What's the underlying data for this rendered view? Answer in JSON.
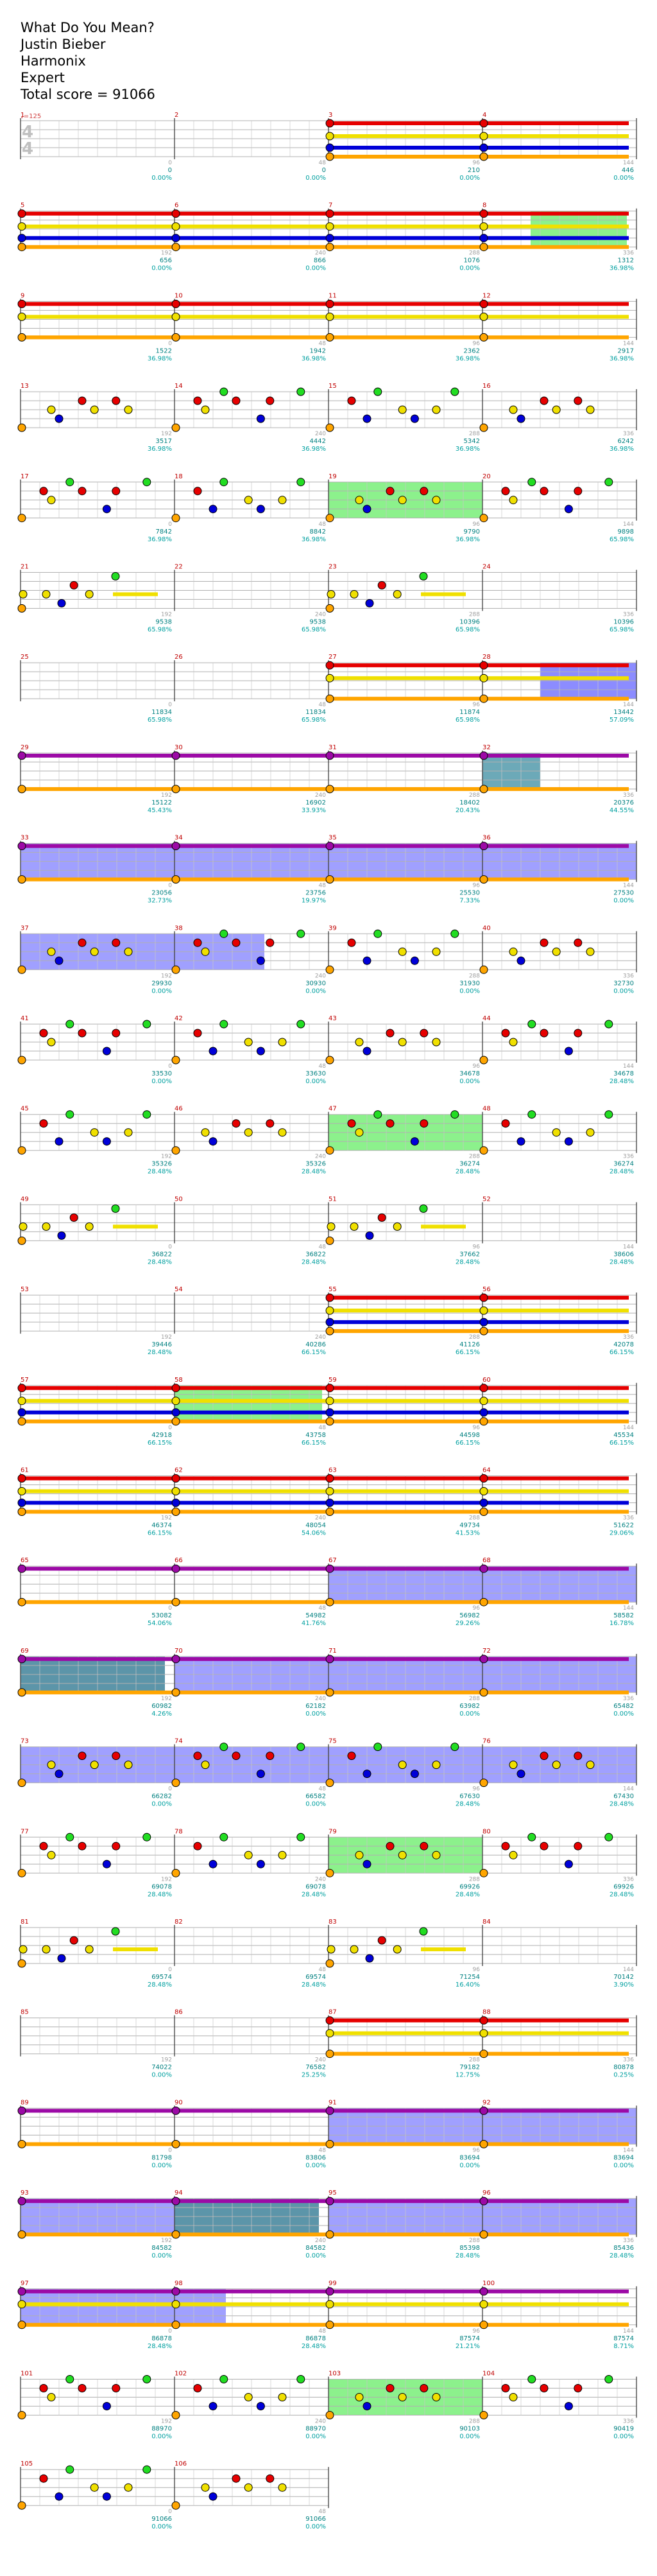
{
  "header": {
    "song_title": "What Do You Mean?",
    "artist": "Justin Bieber",
    "instrument": "Harmonix",
    "difficulty": "Expert",
    "total_score": "Total score = 91066"
  },
  "tempo_label": "♩=125",
  "time_signature": [
    "4",
    "4"
  ],
  "colors": {
    "red": "#e60000",
    "yellow": "#f0e000",
    "blue": "#0000d8",
    "orange": "#ffa500",
    "green": "#22dd22",
    "purple": "#9c0aa6",
    "overdrive_blue": "#8080ff",
    "overdrive_green": "#7fef7f",
    "measure_number": "#c00000",
    "score_teal": "#00a0a0",
    "tick_gray": "#a0a0a0"
  },
  "measures": [
    {
      "n": "1",
      "score": "0",
      "pct": "0.00%"
    },
    {
      "n": "2",
      "score": "0",
      "pct": "0.00%"
    },
    {
      "n": "3",
      "score": "210",
      "pct": "0.00%"
    },
    {
      "n": "4",
      "score": "446",
      "pct": "0.00%"
    },
    {
      "n": "5",
      "score": "656",
      "pct": "0.00%"
    },
    {
      "n": "6",
      "score": "866",
      "pct": "0.00%"
    },
    {
      "n": "7",
      "score": "1076",
      "pct": "0.00%"
    },
    {
      "n": "8",
      "score": "1312",
      "pct": "36.98%"
    },
    {
      "n": "9",
      "score": "1522",
      "pct": "36.98%"
    },
    {
      "n": "10",
      "score": "1942",
      "pct": "36.98%"
    },
    {
      "n": "11",
      "score": "2362",
      "pct": "36.98%"
    },
    {
      "n": "12",
      "score": "2917",
      "pct": "36.98%"
    },
    {
      "n": "13",
      "score": "3517",
      "pct": "36.98%"
    },
    {
      "n": "14",
      "score": "4442",
      "pct": "36.98%"
    },
    {
      "n": "15",
      "score": "5342",
      "pct": "36.98%"
    },
    {
      "n": "16",
      "score": "6242",
      "pct": "36.98%"
    },
    {
      "n": "17",
      "score": "7842",
      "pct": "36.98%"
    },
    {
      "n": "18",
      "score": "8842",
      "pct": "36.98%"
    },
    {
      "n": "19",
      "score": "9790",
      "pct": "36.98%"
    },
    {
      "n": "20",
      "score": "9898",
      "pct": "65.98%"
    },
    {
      "n": "21",
      "score": "9538",
      "pct": "65.98%"
    },
    {
      "n": "22",
      "score": "9538",
      "pct": "65.98%"
    },
    {
      "n": "23",
      "score": "10396",
      "pct": "65.98%"
    },
    {
      "n": "24",
      "score": "10396",
      "pct": "65.98%"
    },
    {
      "n": "25",
      "score": "11834",
      "pct": "65.98%"
    },
    {
      "n": "26",
      "score": "11834",
      "pct": "65.98%"
    },
    {
      "n": "27",
      "score": "11874",
      "pct": "65.98%"
    },
    {
      "n": "28",
      "score": "13442",
      "pct": "57.09%"
    },
    {
      "n": "29",
      "score": "15122",
      "pct": "45.43%"
    },
    {
      "n": "30",
      "score": "16902",
      "pct": "33.93%"
    },
    {
      "n": "31",
      "score": "18402",
      "pct": "20.43%"
    },
    {
      "n": "32",
      "score": "20376",
      "pct": "44.55%"
    },
    {
      "n": "33",
      "score": "23056",
      "pct": "32.73%"
    },
    {
      "n": "34",
      "score": "23756",
      "pct": "19.97%"
    },
    {
      "n": "35",
      "score": "25530",
      "pct": "7.33%"
    },
    {
      "n": "36",
      "score": "27530",
      "pct": "0.00%"
    },
    {
      "n": "37",
      "score": "29930",
      "pct": "0.00%"
    },
    {
      "n": "38",
      "score": "30930",
      "pct": "0.00%"
    },
    {
      "n": "39",
      "score": "31930",
      "pct": "0.00%"
    },
    {
      "n": "40",
      "score": "32730",
      "pct": "0.00%"
    },
    {
      "n": "41",
      "score": "33530",
      "pct": "0.00%"
    },
    {
      "n": "42",
      "score": "33630",
      "pct": "0.00%"
    },
    {
      "n": "43",
      "score": "34678",
      "pct": "0.00%"
    },
    {
      "n": "44",
      "score": "34678",
      "pct": "28.48%"
    },
    {
      "n": "45",
      "score": "35326",
      "pct": "28.48%"
    },
    {
      "n": "46",
      "score": "35326",
      "pct": "28.48%"
    },
    {
      "n": "47",
      "score": "36274",
      "pct": "28.48%"
    },
    {
      "n": "48",
      "score": "36274",
      "pct": "28.48%"
    },
    {
      "n": "49",
      "score": "36822",
      "pct": "28.48%"
    },
    {
      "n": "50",
      "score": "36822",
      "pct": "28.48%"
    },
    {
      "n": "51",
      "score": "37662",
      "pct": "28.48%"
    },
    {
      "n": "52",
      "score": "38606",
      "pct": "28.48%"
    },
    {
      "n": "53",
      "score": "39446",
      "pct": "28.48%"
    },
    {
      "n": "54",
      "score": "40286",
      "pct": "66.15%"
    },
    {
      "n": "55",
      "score": "41126",
      "pct": "66.15%"
    },
    {
      "n": "56",
      "score": "42078",
      "pct": "66.15%"
    },
    {
      "n": "57",
      "score": "42918",
      "pct": "66.15%"
    },
    {
      "n": "58",
      "score": "43758",
      "pct": "66.15%"
    },
    {
      "n": "59",
      "score": "44598",
      "pct": "66.15%"
    },
    {
      "n": "60",
      "score": "45534",
      "pct": "66.15%"
    },
    {
      "n": "61",
      "score": "46374",
      "pct": "66.15%"
    },
    {
      "n": "62",
      "score": "48054",
      "pct": "54.06%"
    },
    {
      "n": "63",
      "score": "49734",
      "pct": "41.53%"
    },
    {
      "n": "64",
      "score": "51622",
      "pct": "29.06%"
    },
    {
      "n": "65",
      "score": "53082",
      "pct": "54.06%"
    },
    {
      "n": "66",
      "score": "54982",
      "pct": "41.76%"
    },
    {
      "n": "67",
      "score": "56982",
      "pct": "29.26%"
    },
    {
      "n": "68",
      "score": "58582",
      "pct": "16.78%"
    },
    {
      "n": "69",
      "score": "60982",
      "pct": "4.26%"
    },
    {
      "n": "70",
      "score": "62182",
      "pct": "0.00%"
    },
    {
      "n": "71",
      "score": "63982",
      "pct": "0.00%"
    },
    {
      "n": "72",
      "score": "65482",
      "pct": "0.00%"
    },
    {
      "n": "73",
      "score": "66282",
      "pct": "0.00%"
    },
    {
      "n": "74",
      "score": "66582",
      "pct": "0.00%"
    },
    {
      "n": "75",
      "score": "67630",
      "pct": "28.48%"
    },
    {
      "n": "76",
      "score": "67430",
      "pct": "28.48%"
    },
    {
      "n": "77",
      "score": "69078",
      "pct": "28.48%"
    },
    {
      "n": "78",
      "score": "69078",
      "pct": "28.48%"
    },
    {
      "n": "79",
      "score": "69926",
      "pct": "28.48%"
    },
    {
      "n": "80",
      "score": "69926",
      "pct": "28.48%"
    },
    {
      "n": "81",
      "score": "69574",
      "pct": "28.48%"
    },
    {
      "n": "82",
      "score": "69574",
      "pct": "28.48%"
    },
    {
      "n": "83",
      "score": "71254",
      "pct": "16.40%"
    },
    {
      "n": "84",
      "score": "70142",
      "pct": "3.90%"
    },
    {
      "n": "85",
      "score": "74022",
      "pct": "0.00%"
    },
    {
      "n": "86",
      "score": "76582",
      "pct": "25.25%"
    },
    {
      "n": "87",
      "score": "79182",
      "pct": "12.75%"
    },
    {
      "n": "88",
      "score": "80878",
      "pct": "0.25%"
    },
    {
      "n": "89",
      "score": "81798",
      "pct": "0.00%"
    },
    {
      "n": "90",
      "score": "83806",
      "pct": "0.00%"
    },
    {
      "n": "91",
      "score": "83694",
      "pct": "0.00%"
    },
    {
      "n": "92",
      "score": "83694",
      "pct": "0.00%"
    },
    {
      "n": "93",
      "score": "84582",
      "pct": "0.00%"
    },
    {
      "n": "94",
      "score": "84582",
      "pct": "0.00%"
    },
    {
      "n": "95",
      "score": "85398",
      "pct": "28.48%"
    },
    {
      "n": "96",
      "score": "85436",
      "pct": "28.48%"
    },
    {
      "n": "97",
      "score": "86878",
      "pct": "28.48%"
    },
    {
      "n": "98",
      "score": "86878",
      "pct": "28.48%"
    },
    {
      "n": "99",
      "score": "87574",
      "pct": "21.21%"
    },
    {
      "n": "100",
      "score": "87574",
      "pct": "8.71%"
    },
    {
      "n": "101",
      "score": "88970",
      "pct": "0.00%"
    },
    {
      "n": "102",
      "score": "88970",
      "pct": "0.00%"
    },
    {
      "n": "103",
      "score": "90103",
      "pct": "0.00%"
    },
    {
      "n": "104",
      "score": "90419",
      "pct": "0.00%"
    },
    {
      "n": "105",
      "score": "91066",
      "pct": "0.00%"
    },
    {
      "n": "106",
      "score": "91066",
      "pct": "0.00%"
    }
  ],
  "tick_labels": [
    "0",
    "48",
    "96",
    "144",
    "192",
    "240",
    "288",
    "336"
  ],
  "row_styles": [
    {
      "type": "open",
      "sustains": [
        "red",
        "yellow",
        "blue",
        "orange"
      ],
      "od": null
    },
    {
      "type": "full",
      "sustains": [
        "red",
        "yellow",
        "blue",
        "orange"
      ],
      "od": "green-right"
    },
    {
      "type": "full",
      "sustains": [
        "red",
        "yellow",
        "orange"
      ],
      "od": null
    },
    {
      "type": "notes",
      "sustains": [],
      "od": null
    },
    {
      "type": "notes",
      "sustains": [],
      "od": "green-mid"
    },
    {
      "type": "sparse",
      "sustains": [
        "yellow"
      ],
      "od": null
    },
    {
      "type": "open",
      "sustains": [
        "red",
        "yellow",
        "orange"
      ],
      "od": "purple-right"
    },
    {
      "type": "full",
      "sustains": [
        "purple",
        "orange"
      ],
      "od": "teal-right"
    },
    {
      "type": "full",
      "sustains": [
        "purple",
        "orange"
      ],
      "od": "blue-all"
    },
    {
      "type": "notes",
      "sustains": [],
      "od": "blue-left"
    },
    {
      "type": "notes",
      "sustains": [],
      "od": null
    },
    {
      "type": "notes",
      "sustains": [],
      "od": "green-mid"
    },
    {
      "type": "sparse",
      "sustains": [
        "yellow"
      ],
      "od": null
    },
    {
      "type": "open",
      "sustains": [
        "red",
        "yellow",
        "blue",
        "orange"
      ],
      "od": null
    },
    {
      "type": "full",
      "sustains": [
        "red",
        "yellow",
        "blue",
        "orange"
      ],
      "od": "green-q2"
    },
    {
      "type": "full",
      "sustains": [
        "red",
        "yellow",
        "blue",
        "orange"
      ],
      "od": null
    },
    {
      "type": "full",
      "sustains": [
        "purple",
        "orange"
      ],
      "od": "blue-right"
    },
    {
      "type": "full",
      "sustains": [
        "purple",
        "orange"
      ],
      "od": "teal-left"
    },
    {
      "type": "notes",
      "sustains": [],
      "od": "blue-all"
    },
    {
      "type": "notes",
      "sustains": [],
      "od": "green-mid"
    },
    {
      "type": "sparse",
      "sustains": [
        "yellow"
      ],
      "od": null
    },
    {
      "type": "open",
      "sustains": [
        "red",
        "yellow",
        "orange"
      ],
      "od": null
    },
    {
      "type": "full",
      "sustains": [
        "purple",
        "orange"
      ],
      "od": "blue-right"
    },
    {
      "type": "full",
      "sustains": [
        "purple",
        "orange"
      ],
      "od": "teal-mid"
    },
    {
      "type": "full",
      "sustains": [
        "purple",
        "yellow",
        "orange"
      ],
      "od": "purple-left"
    },
    {
      "type": "notes",
      "sustains": [],
      "od": "green-mid"
    },
    {
      "type": "notes",
      "sustains": [],
      "od": "blue-right-small"
    },
    {
      "type": "notes",
      "sustains": [],
      "od": "blue-left-small"
    }
  ]
}
